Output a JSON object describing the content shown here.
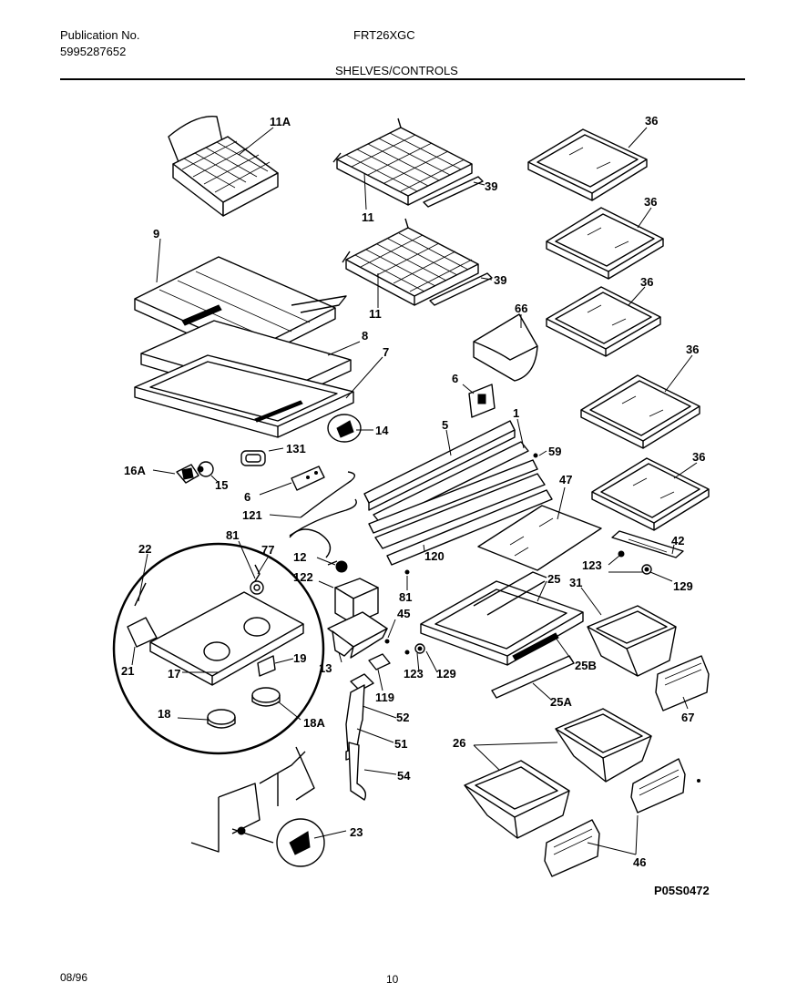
{
  "header": {
    "publication_label": "Publication No.",
    "publication_number": "5995287652",
    "model": "FRT26XGC",
    "section_title": "SHELVES/CONTROLS"
  },
  "footer": {
    "date": "08/96",
    "page_number": "10",
    "diagram_code": "P05S0472"
  },
  "callouts": {
    "c11A": "11A",
    "c9": "9",
    "c8": "8",
    "c7": "7",
    "c14": "14",
    "c131": "131",
    "c16A": "16A",
    "c15": "15",
    "c6a": "6",
    "c121": "121",
    "c11a": "11",
    "c11b": "11",
    "c39a": "39",
    "c39b": "39",
    "c36a": "36",
    "c36b": "36",
    "c36c": "36",
    "c36d": "36",
    "c36e": "36",
    "c66": "66",
    "c6b": "6",
    "c5": "5",
    "c1": "1",
    "c59": "59",
    "c47": "47",
    "c42": "42",
    "c123a": "123",
    "c129a": "129",
    "c120": "120",
    "c81a": "81",
    "c12": "12",
    "c122": "122",
    "c45": "45",
    "c22": "22",
    "c81b": "81",
    "c77": "77",
    "c21": "21",
    "c17": "17",
    "c19": "19",
    "c13": "13",
    "c18": "18",
    "c18A": "18A",
    "c119": "119",
    "c52": "52",
    "c51": "51",
    "c54": "54",
    "c25": "25",
    "c31": "31",
    "c25B": "25B",
    "c123b": "123",
    "c129b": "129",
    "c25A": "25A",
    "c67": "67",
    "c26": "26",
    "c46": "46",
    "c23": "23"
  }
}
